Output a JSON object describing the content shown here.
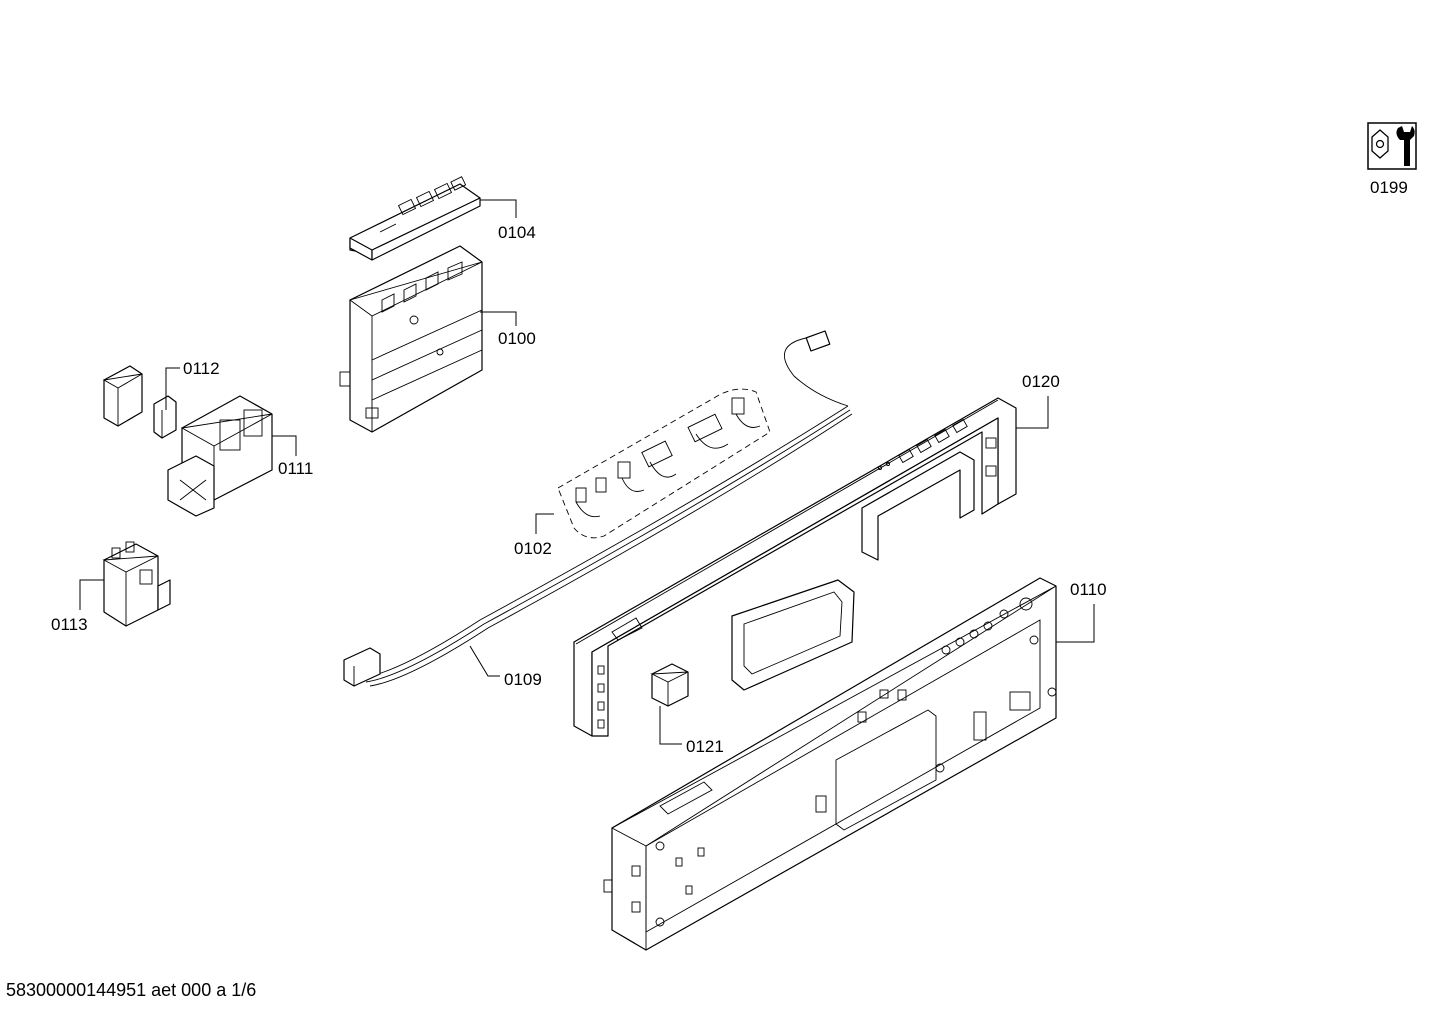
{
  "labels": {
    "p0104": "0104",
    "p0100": "0100",
    "p0112": "0112",
    "p0111": "0111",
    "p0102": "0102",
    "p0113": "0113",
    "p0109": "0109",
    "p0120": "0120",
    "p0110": "0110",
    "p0121": "0121",
    "p0199": "0199"
  },
  "footer": {
    "code": "58300000144951 aet 000 a 1/6"
  },
  "icons": {
    "service_icon": "wrench-nut-icon"
  }
}
